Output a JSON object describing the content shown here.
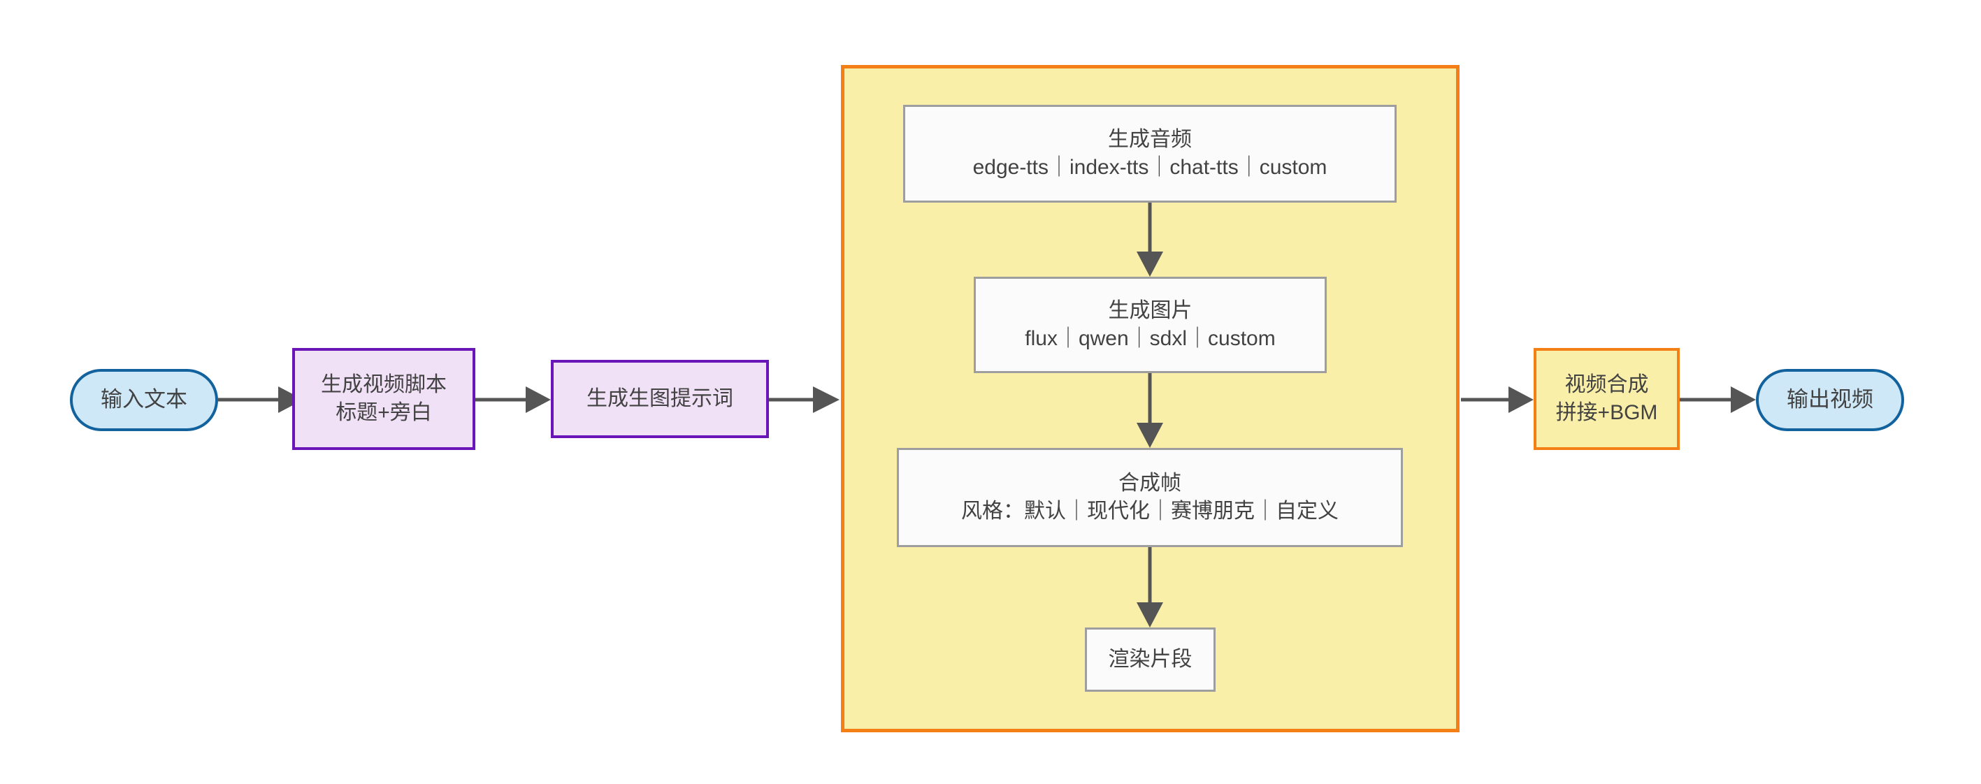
{
  "diagram": {
    "type": "flowchart",
    "direction": "left-to-right",
    "background": "#ffffff",
    "colors": {
      "terminal_border": "#12629e",
      "terminal_fill": "#cfe8f7",
      "process_border": "#6a15b8",
      "process_fill": "#f1e1f7",
      "emphasis_border": "#f57f17",
      "emphasis_fill": "#faefa8",
      "plain_border": "#9e9e9e",
      "plain_fill": "#fbfbfb",
      "edge": "#555555",
      "text": "#424242"
    }
  },
  "nodes": {
    "input_text": {
      "label": "输入文本",
      "shape": "stadium"
    },
    "gen_script": {
      "line1": "生成视频脚本",
      "line2": "标题+旁白",
      "shape": "rect"
    },
    "gen_prompt": {
      "line1": "生成生图提示词",
      "shape": "rect"
    },
    "gen_audio": {
      "line1": "生成音频",
      "line2": "edge-tts｜index-tts｜chat-tts｜custom",
      "shape": "rect"
    },
    "gen_image": {
      "line1": "生成图片",
      "line2": "flux｜qwen｜sdxl｜custom",
      "shape": "rect"
    },
    "compose_frame": {
      "line1": "合成帧",
      "line2": "风格：默认｜现代化｜赛博朋克｜自定义",
      "shape": "rect"
    },
    "render_clip": {
      "line1": "渲染片段",
      "shape": "rect"
    },
    "video_merge": {
      "line1": "视频合成",
      "line2": "拼接+BGM",
      "shape": "rect"
    },
    "output_video": {
      "label": "输出视频",
      "shape": "stadium"
    }
  },
  "subgraph": {
    "title": "",
    "contains": [
      "gen_audio",
      "gen_image",
      "compose_frame",
      "render_clip"
    ]
  },
  "edges": [
    {
      "from": "input_text",
      "to": "gen_script",
      "label": ""
    },
    {
      "from": "gen_script",
      "to": "gen_prompt",
      "label": ""
    },
    {
      "from": "gen_prompt",
      "to": "gen_audio",
      "label": ""
    },
    {
      "from": "gen_audio",
      "to": "gen_image",
      "label": ""
    },
    {
      "from": "gen_image",
      "to": "compose_frame",
      "label": ""
    },
    {
      "from": "compose_frame",
      "to": "render_clip",
      "label": ""
    },
    {
      "from": "render_clip",
      "to": "video_merge",
      "label": ""
    },
    {
      "from": "video_merge",
      "to": "output_video",
      "label": ""
    }
  ]
}
